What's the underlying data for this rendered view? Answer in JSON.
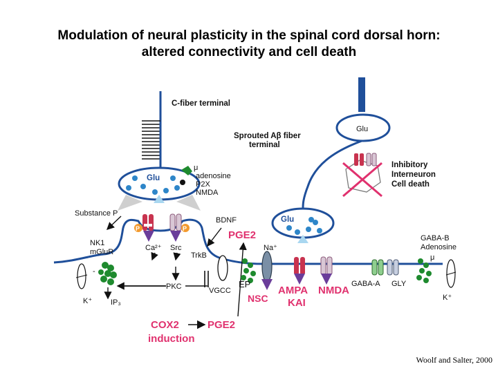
{
  "title": {
    "line1": "Modulation of neural plasticity in the spinal cord dorsal horn:",
    "line2": "altered connectivity and cell death"
  },
  "credit": "Woolf and Salter, 2000",
  "colors": {
    "membrane": "#1f4f9a",
    "vesicle": "#2e86c9",
    "receptor_green": "#1e8a2e",
    "accent": "#e0316e",
    "purple": "#6a3d9a"
  },
  "labels": {
    "c_fiber_terminal": "C-fiber terminal",
    "glu_c": "Glu",
    "mu_c": "μ",
    "adenosine": "adenosine",
    "p2x": "P2X",
    "nmda_pre": "NMDA",
    "substance_p": "Substance P",
    "p_left": "P",
    "p_right": "P",
    "ca": "Ca²⁺",
    "src": "Src",
    "nk1": "NK1",
    "mglur": "mGluR",
    "minus": "-",
    "k_left": "K⁺",
    "ip3": "IP₃",
    "pkc": "PKC",
    "bdnf": "BDNF",
    "trkb": "TrkB",
    "pge2_top": "PGE2",
    "vgcc": "VGCC",
    "ep": "EP",
    "na": "Na⁺",
    "nsc": "NSC",
    "ampa": "AMPA",
    "kai": "KAI",
    "nmda_post": "NMDA",
    "sprouted_line1": "Sprouted Aβ fiber",
    "sprouted_line2": "terminal",
    "glu_top": "Glu",
    "glu_ab": "Glu",
    "inhibitory_line1": "Inhibitory",
    "inhibitory_line2": "Interneuron",
    "inhibitory_line3": "Cell death",
    "gaba_a": "GABA-A",
    "gly": "GLY",
    "gaba_b": "GABA-B",
    "adenosine_right": "Adenosine",
    "mu_right": "μ",
    "k_right": "K⁺",
    "cox2": "COX2",
    "pge2_bottom": "PGE2",
    "induction": "induction"
  }
}
